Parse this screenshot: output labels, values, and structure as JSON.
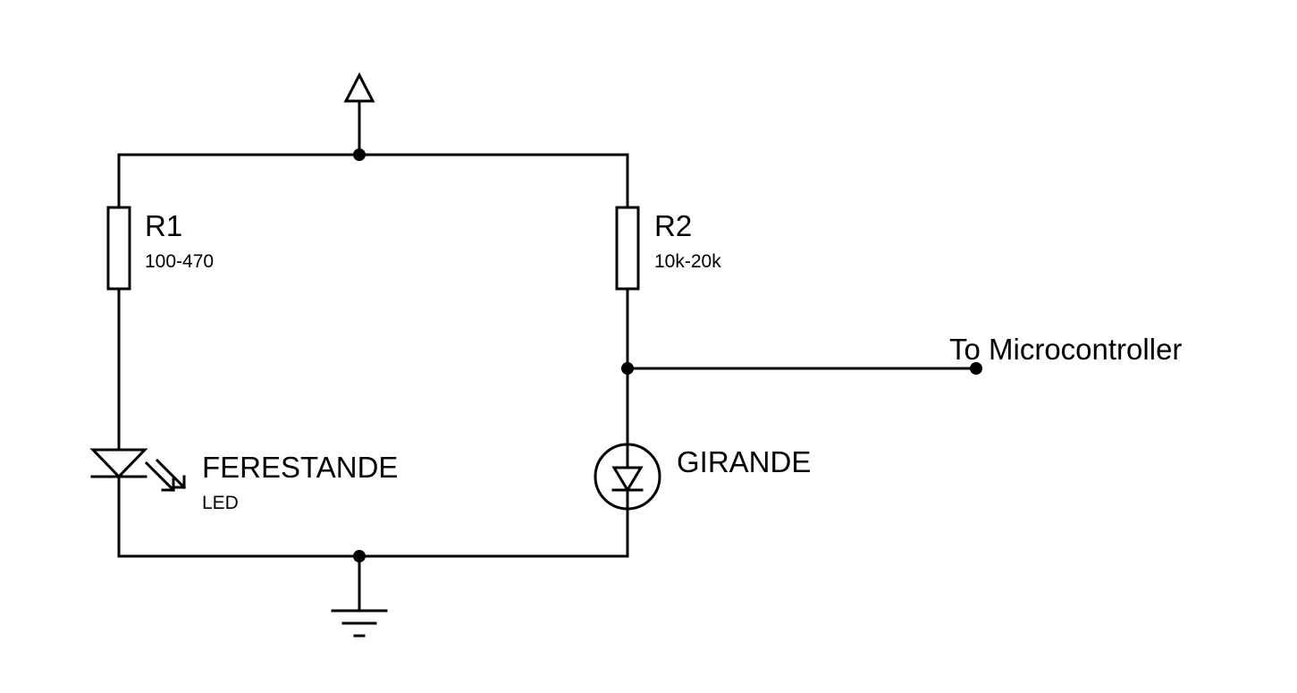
{
  "components": {
    "r1": {
      "name": "R1",
      "value": "100-470"
    },
    "r2": {
      "name": "R2",
      "value": "10k-20k"
    },
    "transmitter": {
      "name": "FERESTANDE",
      "value": "LED"
    },
    "receiver": {
      "name": "GIRANDE"
    }
  },
  "output": {
    "label": "To Microcontroller"
  }
}
